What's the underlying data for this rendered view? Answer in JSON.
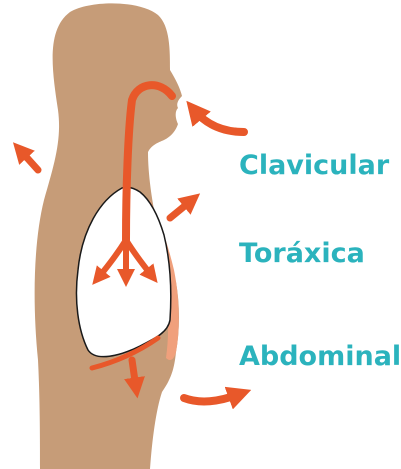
{
  "labels": {
    "clavicular": "Clavicular",
    "toracica": "Toráxica",
    "abdominal": "Abdominal"
  },
  "colors": {
    "body": "#c69c78",
    "arrow": "#e8582a",
    "label": "#2bb3bd",
    "lung_fill": "#ffffff",
    "lung_outline": "#1a1a1a",
    "chest_highlight": "#f0a07c"
  },
  "icons": [
    "airflow-arrow",
    "expansion-arrow",
    "diaphragm-line"
  ]
}
